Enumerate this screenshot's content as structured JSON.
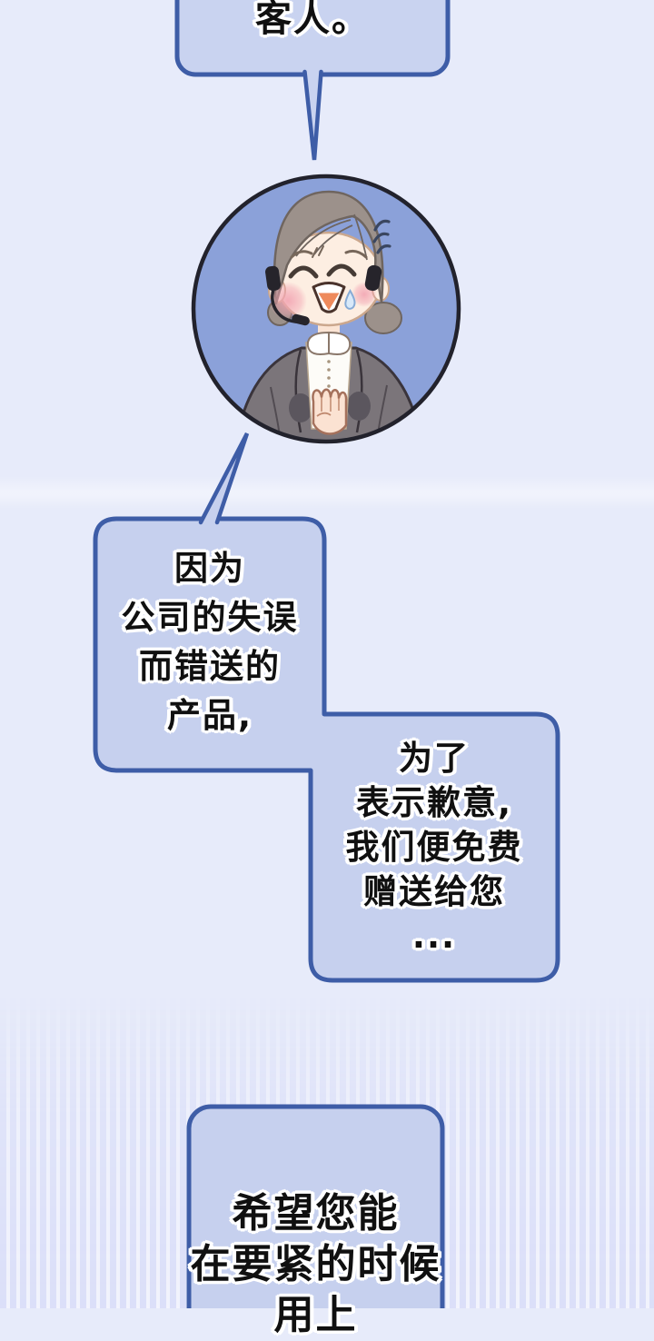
{
  "colors": {
    "background": "#e7ebfa",
    "stripe_dark": "#d9ddf8",
    "stripe_light": "#f3f4fd",
    "bubble_fill": "#c6d0ee",
    "bubble_border": "#3e5da7",
    "portrait_fill": "#8ba1d9",
    "portrait_border": "#22222c",
    "text_color": "#101010",
    "text_outline": "#ffffff"
  },
  "bubbles": {
    "top": {
      "lines": [
        "客人。"
      ]
    },
    "left": {
      "lines": [
        "因为",
        "公司的失误",
        "而错送的",
        "产品,"
      ]
    },
    "right": {
      "lines": [
        "为了",
        "表示歉意,",
        "我们便免费",
        "赠送给您",
        "..."
      ]
    },
    "bottom": {
      "lines": [
        "希望您能",
        "在要紧的时候",
        "用上"
      ]
    }
  }
}
